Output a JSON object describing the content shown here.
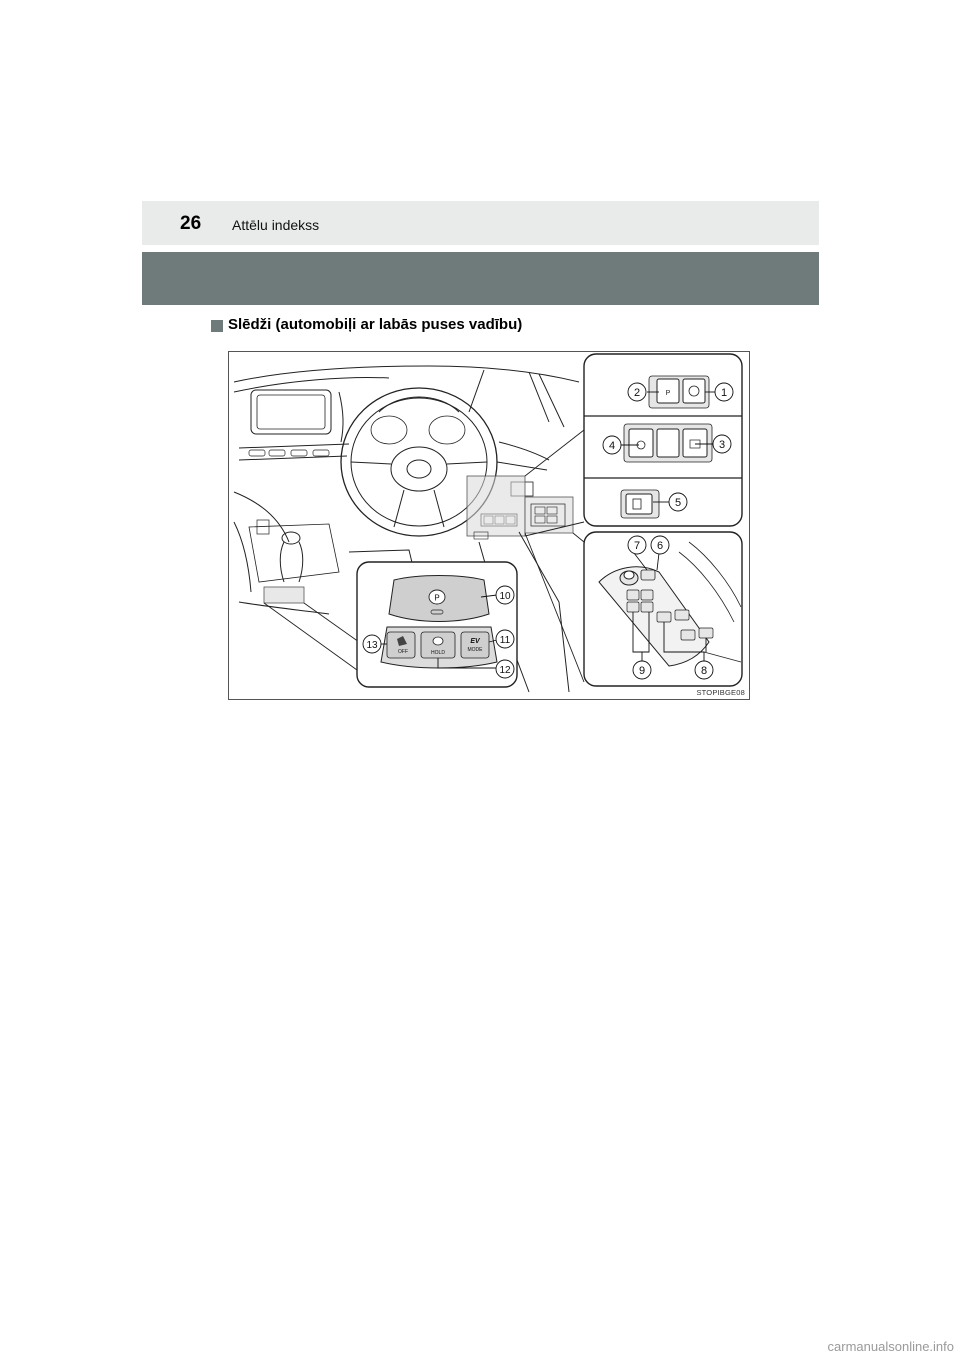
{
  "header": {
    "page_number": "26",
    "title": "Attēlu indekss"
  },
  "section": {
    "title": "Slēdži (automobiļi ar labās puses vadību)"
  },
  "figure": {
    "code": "STOPIBGE08",
    "callouts": [
      "1",
      "2",
      "3",
      "4",
      "5",
      "6",
      "7",
      "8",
      "9",
      "10",
      "11",
      "12",
      "13"
    ],
    "switch_labels": {
      "hold": "HOLD",
      "ev_top": "EV",
      "ev_bottom": "MODE",
      "off": "OFF"
    }
  },
  "watermark": "carmanualsonline.info"
}
